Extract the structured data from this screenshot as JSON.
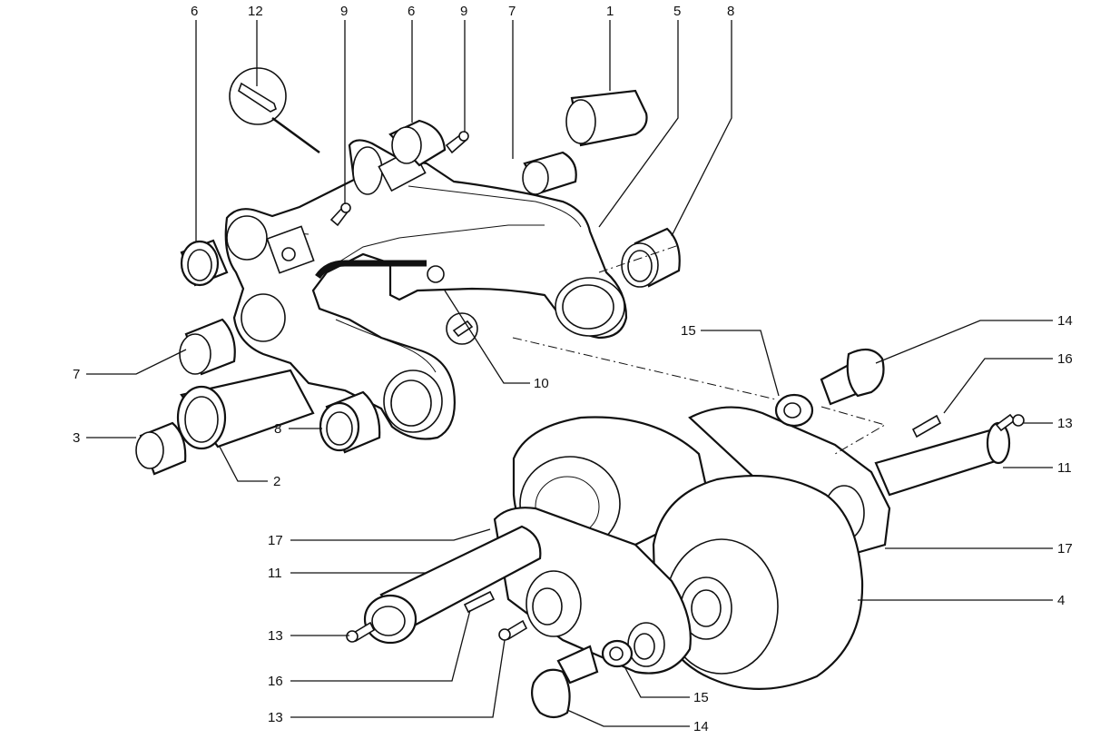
{
  "diagram": {
    "type": "exploded-parts-drawing",
    "subject": "Swing arm / roller bogie assembly",
    "callouts": [
      {
        "id": "c-6a",
        "label": "6"
      },
      {
        "id": "c-12",
        "label": "12"
      },
      {
        "id": "c-9a",
        "label": "9"
      },
      {
        "id": "c-6b",
        "label": "6"
      },
      {
        "id": "c-9b",
        "label": "9"
      },
      {
        "id": "c-7a",
        "label": "7"
      },
      {
        "id": "c-1",
        "label": "1"
      },
      {
        "id": "c-5",
        "label": "5"
      },
      {
        "id": "c-8a",
        "label": "8"
      },
      {
        "id": "c-7b",
        "label": "7"
      },
      {
        "id": "c-3",
        "label": "3"
      },
      {
        "id": "c-2",
        "label": "2"
      },
      {
        "id": "c-8b",
        "label": "8"
      },
      {
        "id": "c-10",
        "label": "10"
      },
      {
        "id": "c-15a",
        "label": "15"
      },
      {
        "id": "c-14a",
        "label": "14"
      },
      {
        "id": "c-16a",
        "label": "16"
      },
      {
        "id": "c-13a",
        "label": "13"
      },
      {
        "id": "c-11a",
        "label": "11"
      },
      {
        "id": "c-17a",
        "label": "17"
      },
      {
        "id": "c-4",
        "label": "4"
      },
      {
        "id": "c-17b",
        "label": "17"
      },
      {
        "id": "c-11b",
        "label": "11"
      },
      {
        "id": "c-13b",
        "label": "13"
      },
      {
        "id": "c-16b",
        "label": "16"
      },
      {
        "id": "c-13c",
        "label": "13"
      },
      {
        "id": "c-15b",
        "label": "15"
      },
      {
        "id": "c-14b",
        "label": "14"
      }
    ]
  }
}
